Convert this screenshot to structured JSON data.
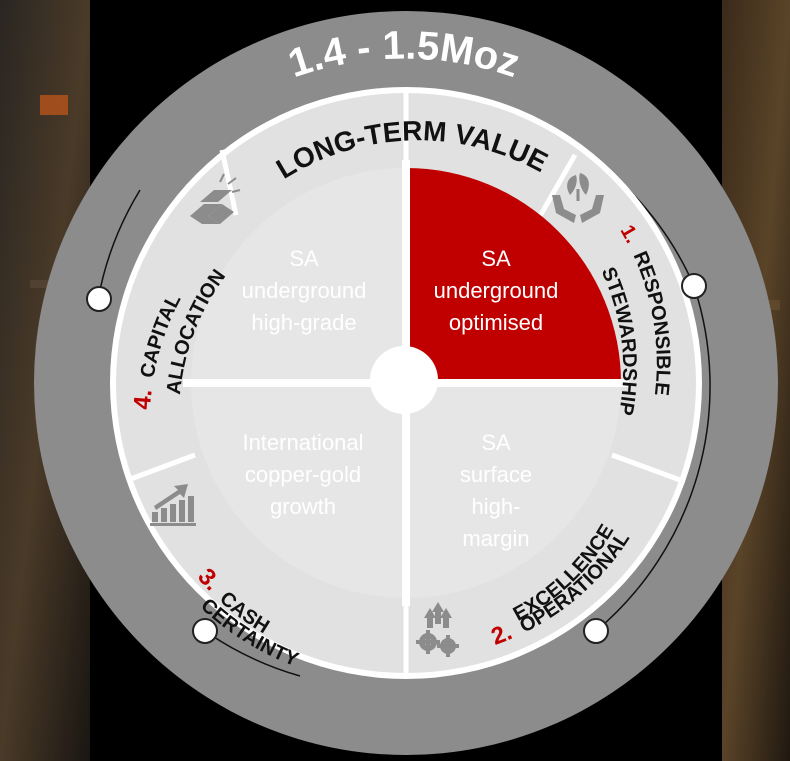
{
  "header": {
    "production": "1.4 - 1.5Moz",
    "banner": "LONG-TERM VALUE"
  },
  "quadrants": {
    "top_left": [
      "SA",
      "underground",
      "high-grade"
    ],
    "top_right": [
      "SA",
      "underground",
      "optimised"
    ],
    "bottom_left": [
      "International",
      "copper-gold",
      "growth"
    ],
    "bottom_right": [
      "SA",
      "surface",
      "high-",
      "margin"
    ]
  },
  "pillars": {
    "p1": {
      "number": "1.",
      "lines": [
        "RESPONSIBLE",
        "STEWARDSHIP"
      ]
    },
    "p2": {
      "number": "2.",
      "lines": [
        "OPERATIONAL",
        "EXCELLENCE"
      ]
    },
    "p3": {
      "number": "3.",
      "lines": [
        "CASH",
        "CERTAINTY"
      ]
    },
    "p4": {
      "number": "4.",
      "lines": [
        "CAPITAL",
        "ALLOCATION"
      ]
    }
  },
  "icons": {
    "p1": "hands-plant-icon",
    "p2": "gears-arrows-icon",
    "p3": "growth-chart-icon",
    "p4": "gold-bars-icon"
  },
  "colors": {
    "accent_red": "#c00000",
    "outer_ring": "#8c8c8c",
    "segment_band": "#e1e1e1",
    "quadrant_fill": "#e6e6e6",
    "quadrant_text": "#ffffff",
    "number_red": "#c00000"
  }
}
